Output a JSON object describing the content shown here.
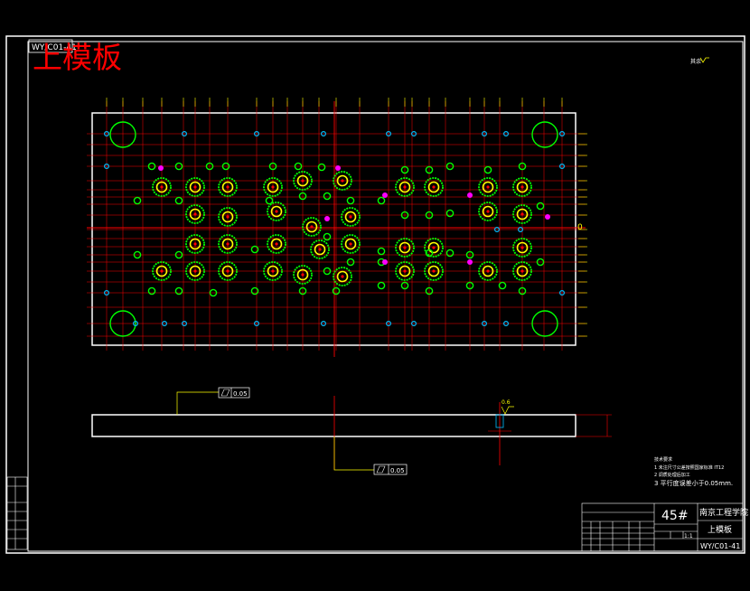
{
  "drawing": {
    "code_tag": "WY/C01-41",
    "big_title": "上模板",
    "roughness_symbol": "其余",
    "center_mark": "0"
  },
  "sections": {
    "flatness_top": "0.05",
    "flatness_bottom": "0.05",
    "roughness_label": "0.6"
  },
  "notes": {
    "heading": "技术要求",
    "items": [
      "1  未注尺寸公差按照国家标准 IT12",
      "2  调质处理后加工",
      "3  平行度误差小于0.05mm."
    ]
  },
  "title_block": {
    "material": "45#",
    "school": "南京工程学院",
    "part_name": "上模板",
    "scale": "1:1",
    "drawing_no": "WY/C01-41"
  },
  "colors": {
    "frame": "#ffffff",
    "grid": "#ff0000",
    "bolt": "#00ff00",
    "hole": "#ffff00",
    "pin": "#ff00ff",
    "small": "#00bfff"
  }
}
